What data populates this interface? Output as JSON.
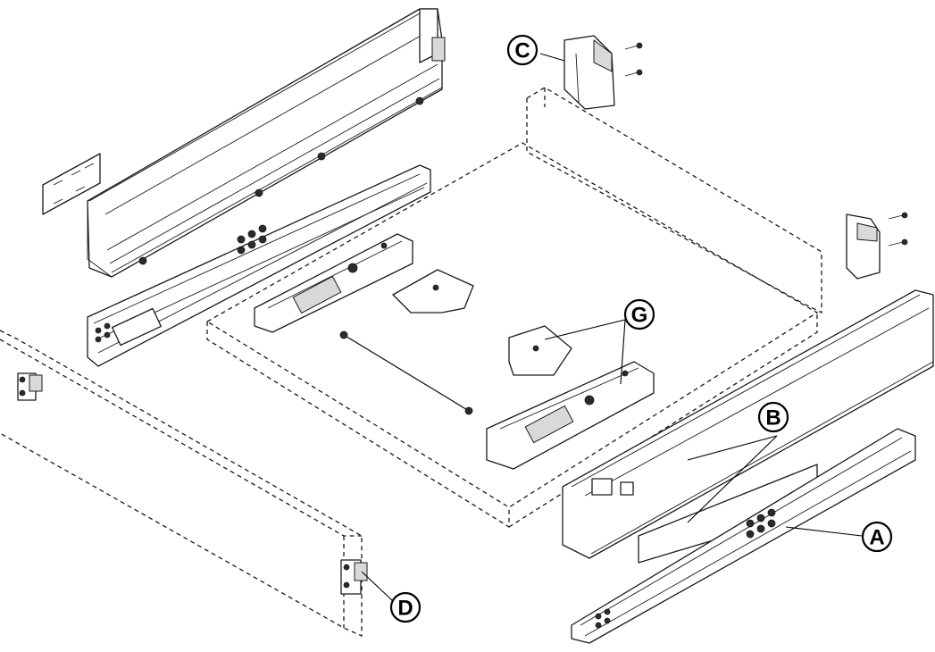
{
  "callouts": [
    {
      "id": "A",
      "label": "A"
    },
    {
      "id": "B",
      "label": "B"
    },
    {
      "id": "C",
      "label": "C"
    },
    {
      "id": "D",
      "label": "D"
    },
    {
      "id": "G",
      "label": "G"
    }
  ],
  "colors": {
    "line": "#1a1a1a",
    "background": "#ffffff",
    "shade": "#d9d9d9"
  }
}
